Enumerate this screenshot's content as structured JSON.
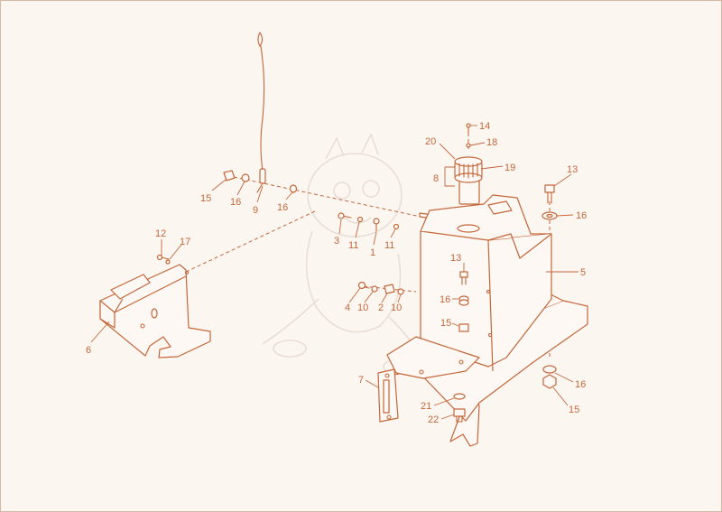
{
  "diagram": {
    "line_color": "#c4673a",
    "background_color": "#fcf6f1",
    "callouts": [
      {
        "id": "c14",
        "text": "14"
      },
      {
        "id": "c18",
        "text": "18"
      },
      {
        "id": "c20",
        "text": "20"
      },
      {
        "id": "c19",
        "text": "19"
      },
      {
        "id": "c8",
        "text": "8"
      },
      {
        "id": "c13a",
        "text": "13"
      },
      {
        "id": "c16a",
        "text": "16"
      },
      {
        "id": "c15a",
        "text": "15"
      },
      {
        "id": "c16b",
        "text": "16"
      },
      {
        "id": "c9",
        "text": "9"
      },
      {
        "id": "c16c",
        "text": "16"
      },
      {
        "id": "c12",
        "text": "12"
      },
      {
        "id": "c17",
        "text": "17"
      },
      {
        "id": "c3",
        "text": "3"
      },
      {
        "id": "c11a",
        "text": "11"
      },
      {
        "id": "c1",
        "text": "1"
      },
      {
        "id": "c11b",
        "text": "11"
      },
      {
        "id": "c5",
        "text": "5"
      },
      {
        "id": "c13b",
        "text": "13"
      },
      {
        "id": "c16d",
        "text": "16"
      },
      {
        "id": "c15b",
        "text": "15"
      },
      {
        "id": "c4",
        "text": "4"
      },
      {
        "id": "c10a",
        "text": "10"
      },
      {
        "id": "c2",
        "text": "2"
      },
      {
        "id": "c10b",
        "text": "10"
      },
      {
        "id": "c6",
        "text": "6"
      },
      {
        "id": "c7",
        "text": "7"
      },
      {
        "id": "c21",
        "text": "21"
      },
      {
        "id": "c22",
        "text": "22"
      },
      {
        "id": "c16e",
        "text": "16"
      },
      {
        "id": "c15c",
        "text": "15"
      }
    ]
  }
}
